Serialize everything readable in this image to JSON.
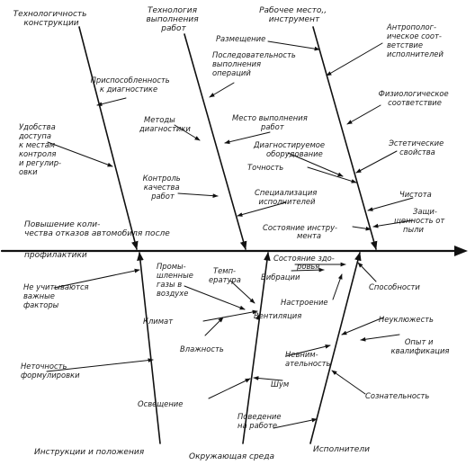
{
  "categories": {
    "tech_constr": "Технологичность конструкции",
    "tech_work": "Технология выполнения работ",
    "workplace": "Рабочее место, инструмент",
    "instructions": "Инструкции и положения",
    "environment": "Окружающая среда",
    "performers": "Исполнители"
  },
  "effect": "Повышение количества отказов автомобиля после профилактики",
  "causes": {
    "tech_constr": [
      "Приспособленность к диагностике",
      "Удобства доступа к местам контроля и регулировки"
    ],
    "tech_work": [
      "Последовательность выполнения операций",
      "Методы диагностики",
      "Контроль качества работ"
    ],
    "workplace": [
      "Размещение",
      "Место выполнения работ",
      "Диагностируемое оборудование",
      "Точность",
      "Специализация исполнителей",
      "Состояние инструмента",
      "Антропологическое соответствие исполнителей",
      "Физиологическое соответствие",
      "Эстетические свойства",
      "Чистота",
      "Защищенность от пыли"
    ],
    "instructions": [
      "Не учитываются важные факторы",
      "Неточность формулировки"
    ],
    "environment": [
      "Промышленные газы в воздухе",
      "Температура",
      "Климат",
      "Влажность",
      "Вентиляция",
      "Освещение",
      "Шум"
    ],
    "performers": [
      "Вибрации",
      "Состояние здоровья",
      "Способности",
      "Настроение",
      "Неуклюжесть",
      "Опыт и квалификация",
      "Невнимательность",
      "Сознательность",
      "Поведение на работе"
    ]
  }
}
